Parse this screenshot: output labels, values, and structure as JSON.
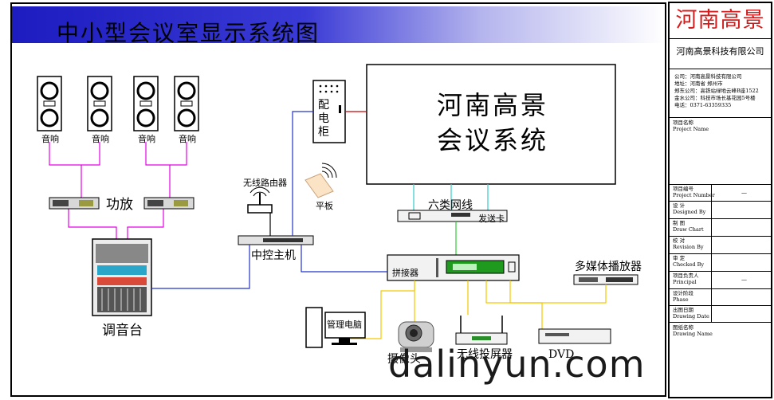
{
  "title": "中小型会议室显示系统图",
  "colors": {
    "title_gradient_start": "#1c1cc0",
    "logo_red": "#d61c1c",
    "pink": "#e600e6",
    "blue": "#2233cc",
    "yellow": "#f5c800",
    "cyan": "#33cccc",
    "green": "#33cc33",
    "red": "#cc0000"
  },
  "nodes": {
    "speakers": [
      "音响",
      "音响",
      "音响",
      "音响"
    ],
    "amplifier": "功放",
    "mixer": "调音台",
    "router": "无线路由器",
    "tablet": "平板",
    "controller": "中控主机",
    "power_cabinet": "配电柜",
    "screen_line1": "河南高景",
    "screen_line2": "会议系统",
    "cable": "六类网线",
    "sender_card": "发送卡",
    "splicer": "拼接器",
    "media_player": "多媒体播放器",
    "pc": "管理电脑",
    "camera": "摄像头",
    "projector": "无线投屏器",
    "dvd": "DVD"
  },
  "watermark": "dalinyun.com",
  "titleblock": {
    "logo": "河南高景",
    "company": "河南高景科技有限公司",
    "info": [
      "公司：河南高景科技有限公司",
      "地址：河南省 郑州市",
      "郑东公司：高铁站绿地云峰B座1522",
      "金水公司：科技市场长基花园5号楼",
      "电话：0371-63359335"
    ],
    "rows": [
      {
        "label": "项目名称\nProject Name",
        "value": ""
      },
      {
        "label": "项目编号\nProject Number",
        "value": "—"
      },
      {
        "label": "设 计\nDesigned By",
        "value": ""
      },
      {
        "label": "制 图\nDraw Chart",
        "value": ""
      },
      {
        "label": "校 对\nRevision By",
        "value": ""
      },
      {
        "label": "审 定\nChecked By",
        "value": ""
      },
      {
        "label": "项目负责人\nPrincipal",
        "value": "—"
      },
      {
        "label": "设计阶段\nPhase",
        "value": ""
      },
      {
        "label": "出图日期\nDrawing Date",
        "value": ""
      },
      {
        "label": "图纸名称\nDrawing Name",
        "value": ""
      }
    ]
  }
}
